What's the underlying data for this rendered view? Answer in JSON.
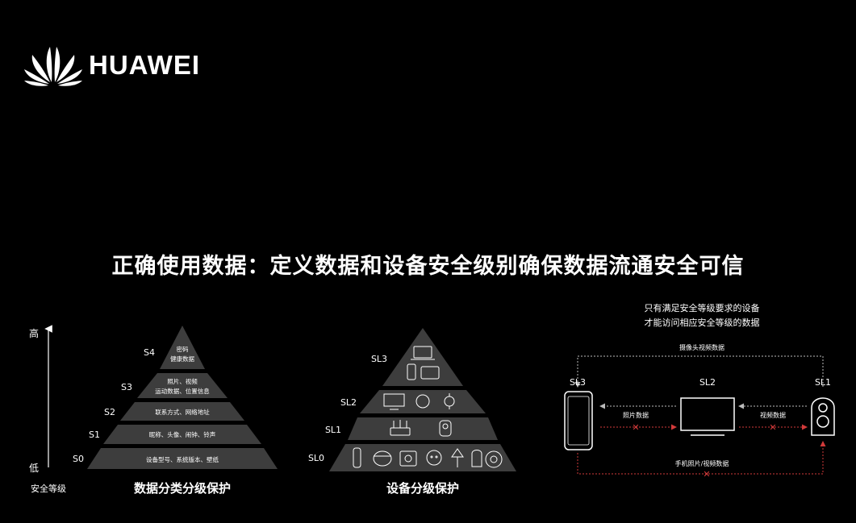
{
  "brand": {
    "name": "HUAWEI",
    "logo_icon": "huawei-petal-logo-icon",
    "color": "#ffffff"
  },
  "headline": "正确使用数据：定义数据和设备安全级别确保数据流通安全可信",
  "data_pyramid": {
    "caption": "数据分类分级保护",
    "axis_high": "高",
    "axis_low": "低",
    "axis_label": "安全等级",
    "levels": [
      {
        "level": "S4",
        "lines": [
          "密码",
          "健康数据"
        ]
      },
      {
        "level": "S3",
        "lines": [
          "照片、视频",
          "运动数据、位置信息"
        ]
      },
      {
        "level": "S2",
        "lines": [
          "联系方式、网络地址"
        ]
      },
      {
        "level": "S1",
        "lines": [
          "昵称、头像、闹钟、铃声"
        ]
      },
      {
        "level": "S0",
        "lines": [
          "设备型号、系统版本、壁纸"
        ]
      }
    ]
  },
  "device_pyramid": {
    "caption": "设备分级保护",
    "levels": [
      {
        "level": "SL3",
        "icons": [
          "laptop-icon",
          "phone-icon",
          "tablet-icon"
        ]
      },
      {
        "level": "SL2",
        "icons": [
          "tv-icon",
          "smart-speaker-icon",
          "smartwatch-icon"
        ]
      },
      {
        "level": "SL1",
        "icons": [
          "router-icon",
          "camera-icon"
        ]
      },
      {
        "level": "SL0",
        "icons": [
          "band-icon",
          "rice-cooker-icon",
          "router-icon",
          "smart-plug-icon",
          "lamp-icon",
          "humidifier-icon",
          "robot-vacuum-icon"
        ]
      }
    ]
  },
  "data_flow": {
    "note_lines": [
      "只有满足安全等级要求的设备",
      "才能访问相应安全等级的数据"
    ],
    "devices": [
      {
        "level": "SL3",
        "icon": "phone-icon"
      },
      {
        "level": "SL2",
        "icon": "monitor-icon"
      },
      {
        "level": "SL1",
        "icon": "security-camera-icon"
      }
    ],
    "flows": {
      "top": "摄像头视频数据",
      "photo": "照片数据",
      "video": "视频数据",
      "bottom": "手机照片/视频数据"
    },
    "colors": {
      "allowed": "#bbbbbb",
      "blocked": "#d23a3a",
      "tier": "#3d3d3d"
    }
  }
}
